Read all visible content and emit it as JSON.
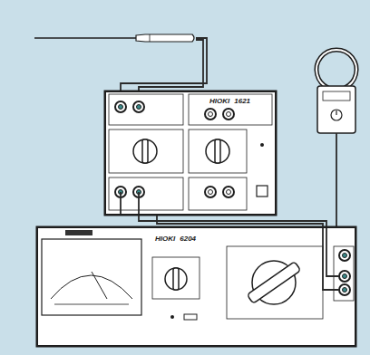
{
  "diagram": {
    "nodes": [
      {
        "text": [
          "HIOKI",
          "1621"
        ]
      },
      {
        "text": [
          "HIOKI",
          "6204"
        ]
      }
    ],
    "edges": [
      {
        "from": 0,
        "to": 1,
        "arrow": "none"
      }
    ]
  }
}
